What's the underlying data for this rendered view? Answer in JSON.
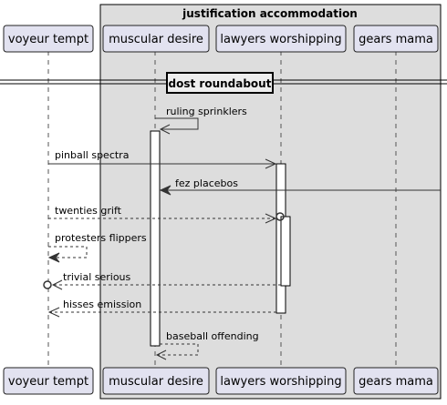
{
  "box": {
    "title": "justification accommodation"
  },
  "participants": [
    {
      "id": "p1",
      "name": "voyeur tempt"
    },
    {
      "id": "p2",
      "name": "muscular desire"
    },
    {
      "id": "p3",
      "name": "lawyers worshipping"
    },
    {
      "id": "p4",
      "name": "gears mama"
    }
  ],
  "divider": {
    "label": "dost roundabout"
  },
  "messages": [
    {
      "from": "muscular desire",
      "to": "muscular desire",
      "label": "ruling sprinklers",
      "style": "solid",
      "head": "open"
    },
    {
      "from": "voyeur tempt",
      "to": "lawyers worshipping",
      "label": "pinball spectra",
      "style": "solid",
      "head": "open"
    },
    {
      "from": "(right edge)",
      "to": "muscular desire",
      "label": "fez placebos",
      "style": "solid",
      "head": "filled"
    },
    {
      "from": "voyeur tempt",
      "to": "lawyers worshipping",
      "label": "twenties grift",
      "style": "dashed",
      "head": "circle"
    },
    {
      "from": "voyeur tempt",
      "to": "voyeur tempt",
      "label": "protesters flippers",
      "style": "dashed",
      "head": "filled"
    },
    {
      "from": "lawyers worshipping",
      "to": "voyeur tempt",
      "label": "trivial serious",
      "style": "dashed",
      "head": "circle"
    },
    {
      "from": "lawyers worshipping",
      "to": "voyeur tempt",
      "label": "hisses emission",
      "style": "dashed",
      "head": "open"
    },
    {
      "from": "muscular desire",
      "to": "muscular desire",
      "label": "baseball offending",
      "style": "dashed",
      "head": "open"
    }
  ]
}
